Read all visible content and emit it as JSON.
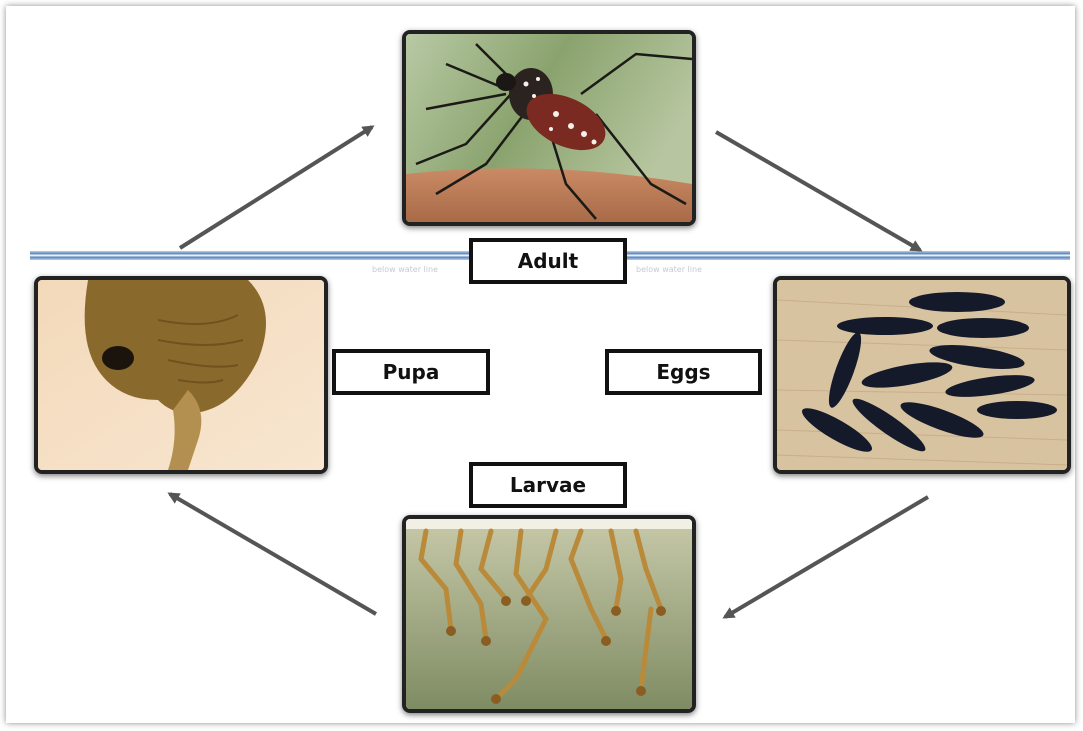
{
  "stages": {
    "adult": "Adult",
    "eggs": "Eggs",
    "larvae": "Larvae",
    "pupa": "Pupa"
  },
  "water_line_note": "below water line",
  "colors": {
    "water_line": "#5b86bd",
    "arrow": "#555555",
    "frame": "#222222"
  }
}
